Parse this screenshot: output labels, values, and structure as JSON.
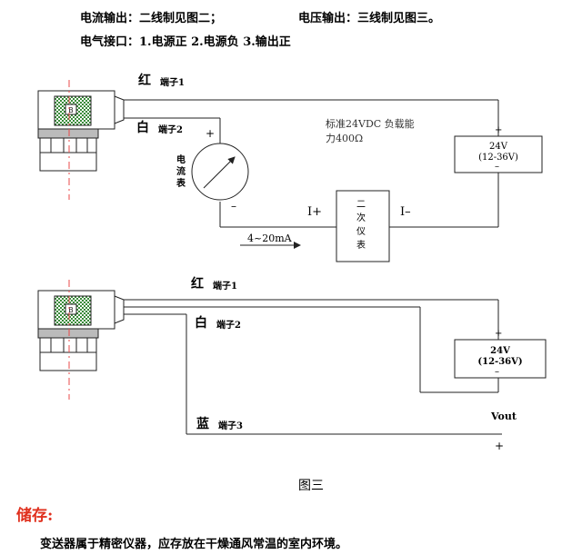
{
  "header": {
    "current_output": "电流输出：二线制见图二；",
    "voltage_output": "电压输出：三线制见图三。",
    "connector": "电气接口：1.电源正  2.电源负  3.输出正"
  },
  "diagram_top": {
    "red_label": "红",
    "terminal1": "端子1",
    "white_label": "白",
    "terminal2": "端子2",
    "plus_sign": "+",
    "minus_sign": "–",
    "ammeter_label": [
      "电",
      "流",
      "表"
    ],
    "load_note_line1": "标准24VDC 负载能",
    "load_note_line2": "力400Ω",
    "supply_plus": "+",
    "supply_voltage": "24V",
    "supply_range": "(12-36V)",
    "supply_minus": "–",
    "i_plus": "I+",
    "i_minus": "I–",
    "instrument_label": [
      "二",
      "次",
      "仪",
      "表"
    ],
    "current_range": "4~20mA"
  },
  "diagram_bottom": {
    "red_label": "红",
    "terminal1": "端子1",
    "white_label": "白",
    "terminal2": "端子2",
    "blue_label": "蓝",
    "terminal3": "端子3",
    "supply_plus": "+",
    "supply_voltage": "24V",
    "supply_range": "(12-36V)",
    "supply_minus": "–",
    "vout_label": "Vout",
    "vout_plus": "+"
  },
  "figure_caption": "图三",
  "storage": {
    "title": "储存:",
    "text": "变送器属于精密仪器，应存放在干燥通风常温的室内环境。"
  },
  "colors": {
    "title_red": "#e0301e",
    "dash_red": "#e8494a",
    "connector_green": "#3a8a3a",
    "line": "#222222"
  }
}
